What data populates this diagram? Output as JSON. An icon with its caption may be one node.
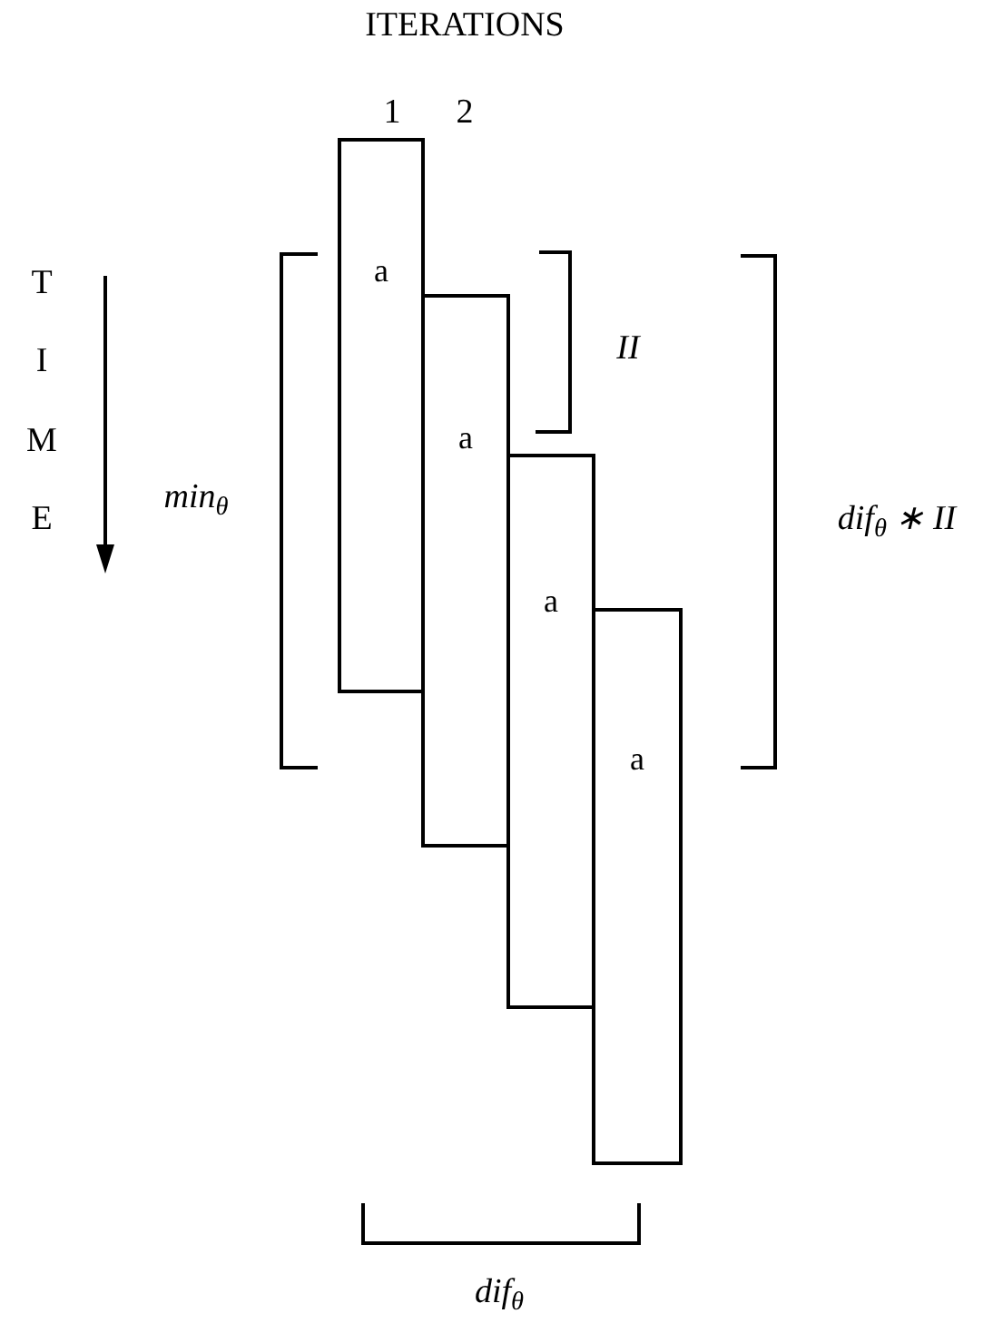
{
  "diagram": {
    "nodes": [
      {
        "text": [
          "a"
        ]
      },
      {
        "text": [
          "a"
        ]
      },
      {
        "text": [
          "a"
        ]
      },
      {
        "text": [
          "a"
        ]
      }
    ],
    "labels": [
      "ITERATIONS",
      "1",
      "2",
      "T",
      "I",
      "M",
      "E",
      "min$_{θ}$",
      "II",
      "dif$_{θ}$ ∗ II",
      "dif$_{θ}$"
    ]
  }
}
